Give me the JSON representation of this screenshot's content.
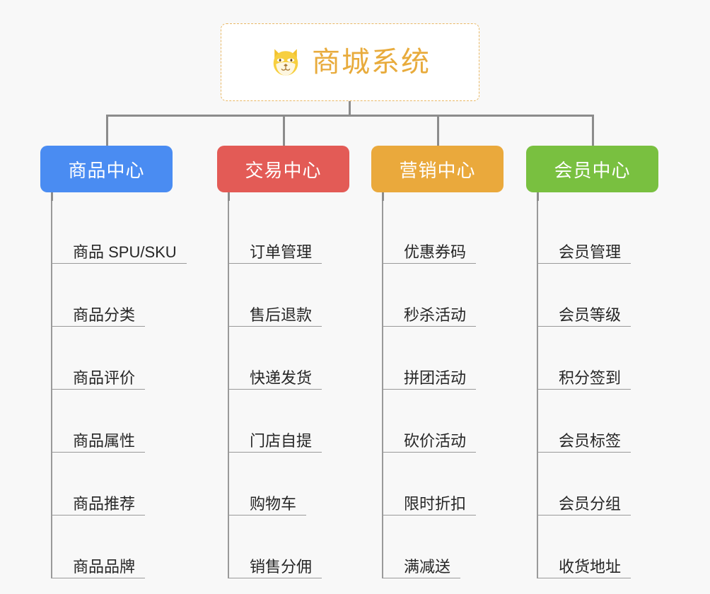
{
  "page": {
    "background": "#f8f8f8",
    "line_color": "#8c8c8c"
  },
  "root": {
    "title": "商城系统",
    "icon": "shiba-dog-face-icon",
    "text_color": "#e8ab3c",
    "border_color": "#e9b864",
    "background": "#ffffff"
  },
  "categories": [
    {
      "label": "商品中心",
      "color": "#4a8cf2",
      "items": [
        "商品 SPU/SKU",
        "商品分类",
        "商品评价",
        "商品属性",
        "商品推荐",
        "商品品牌"
      ]
    },
    {
      "label": "交易中心",
      "color": "#e35b56",
      "items": [
        "订单管理",
        "售后退款",
        "快递发货",
        "门店自提",
        "购物车",
        "销售分佣"
      ]
    },
    {
      "label": "营销中心",
      "color": "#eaa93c",
      "items": [
        "优惠券码",
        "秒杀活动",
        "拼团活动",
        "砍价活动",
        "限时折扣",
        "满减送"
      ]
    },
    {
      "label": "会员中心",
      "color": "#79c040",
      "items": [
        "会员管理",
        "会员等级",
        "积分签到",
        "会员标签",
        "会员分组",
        "收货地址"
      ]
    }
  ]
}
